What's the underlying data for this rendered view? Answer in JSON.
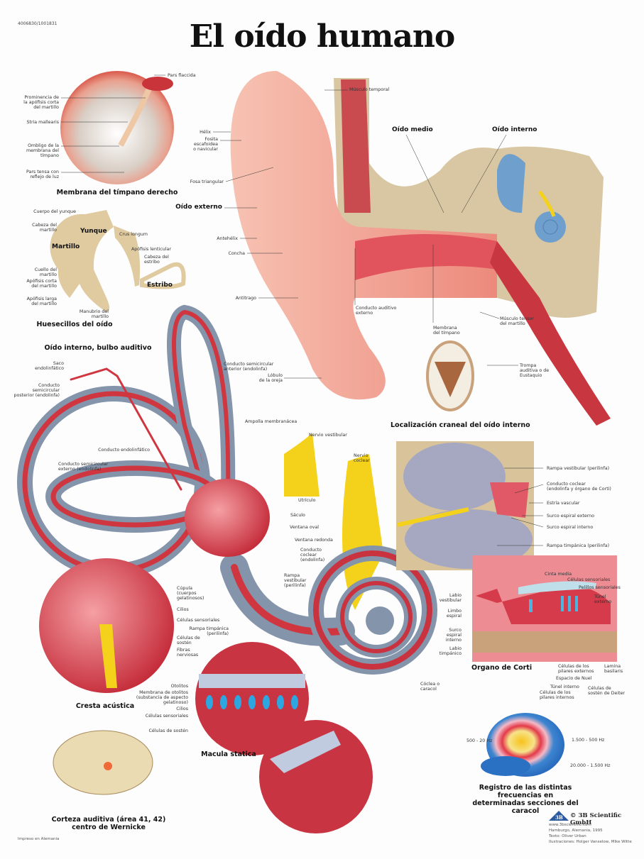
{
  "header": {
    "catalog_code": "4006830/1001831",
    "title": "El oído humano"
  },
  "sections": {
    "tympanum_title": "Membrana del tímpano derecho",
    "ossicles_title": "Huesecillos del oído",
    "inner_ear_title": "Oído interno, bulbo auditivo",
    "cranial_title": "Localización craneal del oído interno",
    "cresta_title": "Cresta acústica",
    "corti_title": "Organo de Corti",
    "macula_title": "Macula statica",
    "cortex_title": "Corteza auditiva (área 41, 42)\ncentro de Wernicke",
    "frequency_title": "Registro de las distintas frecuencias en\ndeterminadas secciones del caracol"
  },
  "labels": {
    "pars_flaccida": "Pars flaccida",
    "prominencia": "Prominencia de\nla apófisis corta\ndel martillo",
    "stria": "Stria mallearis",
    "ombligo": "Ombligo de la\nmembrana del\ntímpano",
    "pars_tensa": "Pars tensa con\nreflejo de luz",
    "cuerpo_yunque": "Cuerpo del yunque",
    "cabeza_martillo": "Cabeza del\nmartillo",
    "yunque": "Yunque",
    "martillo": "Martillo",
    "crus_longum": "Crus longum",
    "apofisis_lenticular": "Apófisis lenticular",
    "cabeza_estribo": "Cabeza del\nestribo",
    "estribo": "Estribo",
    "cuello_martillo": "Cuello del\nmartillo",
    "apofisis_corta": "Apófisis corta\ndel martillo",
    "apofisis_larga": "Apófisis larga\ndel martillo",
    "manubrio": "Manubrio del\nmartillo",
    "musculo_temporal": "Músculo temporal",
    "helix": "Hélix",
    "fosita": "Fosita\nescafoidea\no navicular",
    "fosa_triangular": "Fosa triangular",
    "oido_externo": "Oído externo",
    "antehelix": "Antehélix",
    "concha": "Concha",
    "antitrago": "Antitrago",
    "lobulo": "Lóbulo\nde la oreja",
    "conducto_auditivo": "Conducto auditivo\nexterno",
    "oido_medio": "Oído medio",
    "oido_interno": "Oído interno",
    "membrana_timpano": "Membrana\ndel tímpano",
    "musculo_tensor": "Músculo tensor\ndel martillo",
    "trompa": "Trompa\nauditiva o de\nEustaquio",
    "saco": "Saco\nendolinfático",
    "cs_posterior": "Conducto\nsemicircular\nposterior (endolinfa)",
    "cs_anterior": "Conducto semicircular\nanterior (endolinfa)",
    "ampolla": "Ampolla membranácea",
    "nervio_vestibular": "Nervio vestibular",
    "nervio_coclear": "Nervio\ncoclear",
    "conducto_endolinfatico": "Conducto endolinfático",
    "cs_externo": "Conducto semicircular\nexterno (endolinfa)",
    "utriculo": "Utrículo",
    "saculo": "Sáculo",
    "ventana_oval": "Ventana oval",
    "ventana_redonda": "Ventana redonda",
    "conducto_coclear_ie": "Conducto\ncoclear\n(endolinfa)",
    "rampa_vestibular_ie": "Rampa\nvestibular\n(perilinfa)",
    "cupula": "Cúpula\n(cuerpos\ngelatinosos)",
    "cilios_cresta": "Cilios",
    "celulas_sensoriales_cresta": "Células sensoriales",
    "celulas_sosten_cresta": "Células de\nsostén",
    "fibras": "Fibras\nnerviosas",
    "rampa_timpanica_ie": "Rampa timpánica\n(perilinfa)",
    "rampa_vestibular_cs": "Rampa vestibular (perilinfa)",
    "conducto_coclear_cs": "Conducto coclear\n(endolinfa y órgano de Corti)",
    "estria": "Estría vascular",
    "surco_externo": "Surco espiral externo",
    "surco_interno_cs": "Surco espiral interno",
    "rampa_timpanica_cs": "Rampa timpánica (perilinfa)",
    "cinta_media": "Cinta media",
    "celulas_sensoriales_corti": "Células sensoriales",
    "pelillos": "Pelillos sensoriales",
    "tunel_externo": "Túnel\nexterno",
    "labio_vestibular": "Labio\nvestibular",
    "limbo": "Limbo\nespiral",
    "surco_interno_corti": "Surco\nespiral\ninterno",
    "labio_timpanico": "Labio\ntimpánico",
    "pilares_externos": "Células de los\npilares externos",
    "nuel": "Espacio de Nuel",
    "tunel_interno": "Túnel interno",
    "pilares_internos": "Células de los\npilares internos",
    "deiter": "Células de\nsostén de Deiter",
    "lamina": "Lamina\nbasilaris",
    "coclea": "Cóclea o\ncaracol",
    "otolitos": "Otolitos",
    "membrana_otolitos": "Membrana de otolitos\n(substancia de aspecto\ngelatinoso)",
    "cilios_macula": "Cilios",
    "celulas_sensoriales_macula": "Células sensoriales",
    "celulas_sosten_macula": "Células de sostén",
    "freq_low": "500 - 20 Hz",
    "freq_mid": "1.500 - 500 Hz",
    "freq_high": "20.000 - 1.500 Hz"
  },
  "footer": {
    "printed": "Impreso en Alemania",
    "brand": "© 3B Scientific GmbH",
    "logo_text": "3B",
    "website": "www.3bscientific.com",
    "place": "Hamburgo, Alemania, 1995",
    "text_author": "Texto: Oliver Urban",
    "illustrators": "Ilustraciones: Holger Vanselow, Mike Witte"
  },
  "colors": {
    "flesh": "#ee8f80",
    "bone": "#d9c7a0",
    "blue": "#7fa3c9",
    "red": "#d4323f",
    "nerve": "#f4d21c"
  }
}
